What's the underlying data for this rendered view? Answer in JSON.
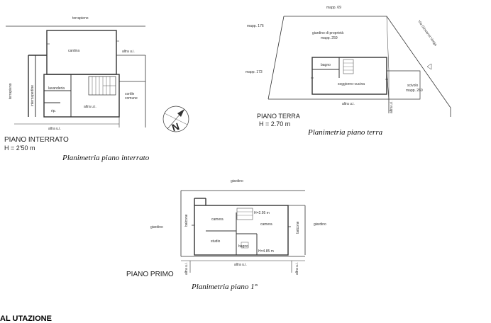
{
  "basement": {
    "title": "PIANO INTERRATO",
    "height": "H = 2'50 m",
    "caption": "Planimetria piano interrato",
    "labels": {
      "terrapieno_top": "terrapieno",
      "terrapieno_left": "terrapieno",
      "intercapedine": "intercapedine",
      "cantina": "cantina",
      "altra_ui_right": "altra u.i.",
      "lavanderia": "lavanderia",
      "rip": "rip.",
      "cortile_comune_1": "cortile",
      "cortile_comune_2": "comune",
      "altra_ui_mid": "altra u.i.",
      "altra_ui_bottom": "altra u.i."
    }
  },
  "ground": {
    "title": "PIANO TERRA",
    "height": "H = 2.70 m",
    "caption": "Planimetria piano terra",
    "labels": {
      "mapp69": "mapp. 69",
      "mapp176": "mapp. 176",
      "mapp173": "mapp. 173",
      "giardino_1": "giardino di proprietà",
      "giardino_2": "mapp. 259",
      "via": "Via Giovanni Verga",
      "bagno": "bagno",
      "soggiorno": "soggiorno-cucina",
      "scivolo_1": "scivolo",
      "scivolo_2": "mapp. 260",
      "altra_ui_bottom": "altra u.i.",
      "altra_ui_side": "altra u.i."
    }
  },
  "first": {
    "title": "PIANO PRIMO",
    "caption": "Planimetria piano 1°",
    "labels": {
      "giardino_top": "giardino",
      "giardino_left": "giardino",
      "giardino_right": "giardino",
      "balcone_left": "balcone",
      "balcone_right": "balcone",
      "camera_left": "camera",
      "camera_right": "camera",
      "h_top": "H=2.95 m",
      "studio": "studio",
      "bagno": "bagno",
      "h_bottom": "H=4.85 m",
      "altra_ui_bottom": "altra u.i.",
      "altra_ui_left": "altra u.i.",
      "altra_ui_right": "altra u.i."
    }
  },
  "north_arrow": {
    "letter": "N"
  },
  "section": {
    "heading": "AL UTAZIONE"
  }
}
